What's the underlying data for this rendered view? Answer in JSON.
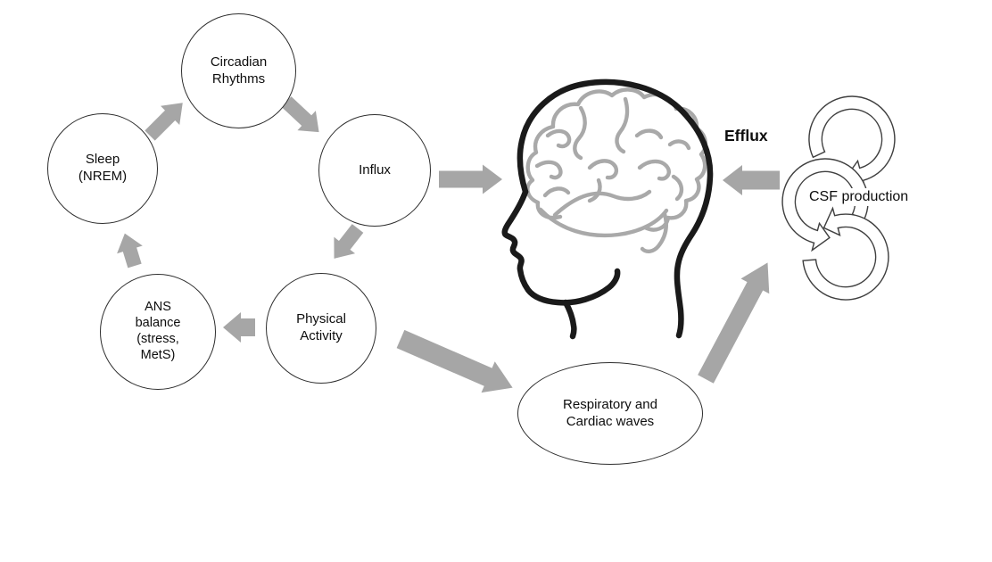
{
  "colors": {
    "background": "#ffffff",
    "arrow_gray": "#a6a6a6",
    "outline_black": "#1a1a1a",
    "brain_gray": "#a9a9a9",
    "ring_outline": "#404040",
    "text": "#0d0d0d"
  },
  "diagram": {
    "nodes": [
      {
        "id": "sleep",
        "shape": "circle",
        "label": "Sleep\n(NREM)"
      },
      {
        "id": "circadian",
        "shape": "circle",
        "label": "Circadian\nRhythms"
      },
      {
        "id": "influx",
        "shape": "circle",
        "label": "Influx"
      },
      {
        "id": "physical",
        "shape": "circle",
        "label": "Physical\nActivity"
      },
      {
        "id": "ans",
        "shape": "circle",
        "label": "ANS\nbalance\n(stress,\nMetS)"
      },
      {
        "id": "respiratory",
        "shape": "ellipse",
        "label": "Respiratory and\nCardiac waves"
      }
    ],
    "labels": {
      "efflux": "Efflux",
      "csf": "CSF production"
    },
    "edges": [
      {
        "from": "Sleep (NREM)",
        "to": "Circadian Rhythms"
      },
      {
        "from": "Circadian Rhythms",
        "to": "Influx"
      },
      {
        "from": "Influx",
        "to": "Brain (head)"
      },
      {
        "from": "Influx",
        "to": "Physical Activity"
      },
      {
        "from": "Physical Activity",
        "to": "ANS balance (stress, MetS)"
      },
      {
        "from": "ANS balance (stress, MetS)",
        "to": "Sleep (NREM)"
      },
      {
        "from": "Physical Activity",
        "to": "Respiratory and Cardiac waves"
      },
      {
        "from": "Respiratory and Cardiac waves",
        "to": "CSF production"
      },
      {
        "from": "CSF production",
        "to": "Brain (head)",
        "label": "Efflux"
      }
    ]
  }
}
